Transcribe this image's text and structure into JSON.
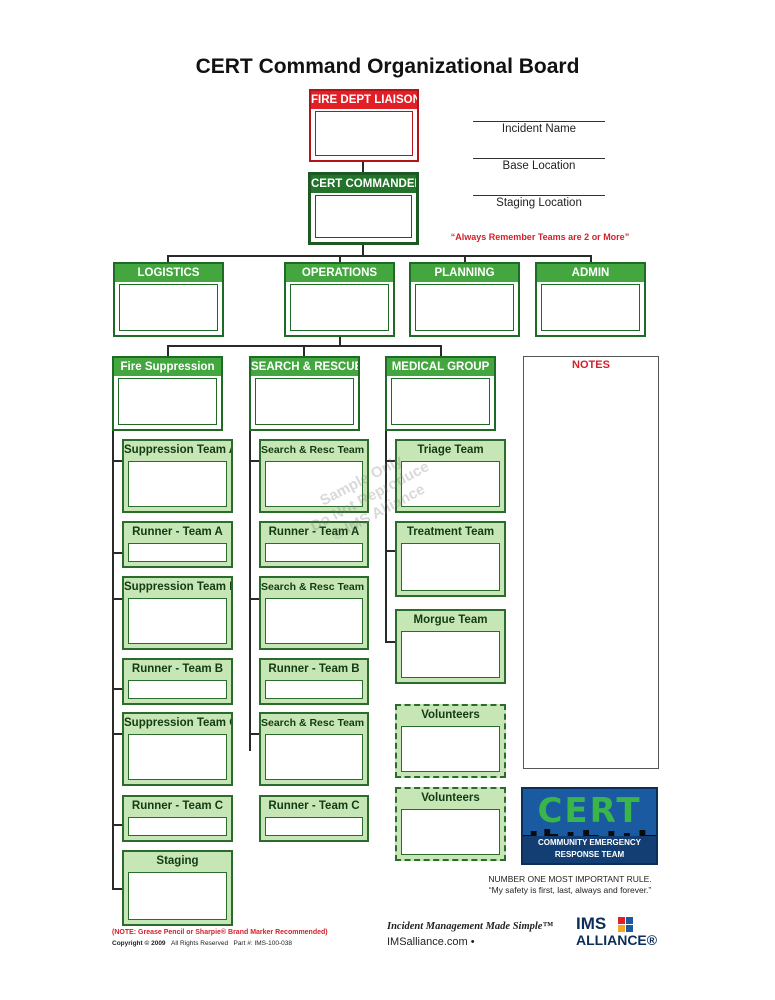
{
  "title": "CERT Command Organizational Board",
  "fields": {
    "incident_name": "Incident Name",
    "base_location": "Base Location",
    "staging_location": "Staging Location"
  },
  "teams_note": "“Always Remember Teams are 2 or More”",
  "boxes": {
    "fire_dept_liaison": "FIRE DEPT LIAISON",
    "cert_commander": "CERT COMMANDER",
    "logistics": "LOGISTICS",
    "operations": "OPERATIONS",
    "planning": "PLANNING",
    "admin": "ADMIN",
    "fire_suppression": "Fire Suppression",
    "search_rescue": "SEARCH & RESCUE",
    "medical_group": "MEDICAL GROUP",
    "suppression_team_a": "Suppression Team A",
    "runner_team_a_1": "Runner - Team A",
    "suppression_team_b": "Suppression Team B",
    "runner_team_b_1": "Runner - Team B",
    "suppression_team_c": "Suppression Team C",
    "runner_team_c_1": "Runner - Team C",
    "staging": "Staging",
    "search_resc_team_a": "Search & Resc Team A",
    "runner_team_a_2": "Runner - Team A",
    "search_resc_team_b": "Search & Resc Team B",
    "runner_team_b_2": "Runner - Team B",
    "search_resc_team_c": "Search & Resc Team C",
    "runner_team_c_2": "Runner - Team C",
    "triage_team": "Triage Team",
    "treatment_team": "Treatment Team",
    "morgue_team": "Morgue Team",
    "volunteers_1": "Volunteers",
    "volunteers_2": "Volunteers"
  },
  "notes_title": "NOTES",
  "cert_logo": {
    "word": "CERT",
    "line1": "COMMUNITY EMERGENCY",
    "line2": "RESPONSE TEAM"
  },
  "rule": {
    "line1": "NUMBER ONE MOST IMPORTANT RULE.",
    "line2": "“My safety is first, last, always and forever.”"
  },
  "footer": {
    "marker_note": "(NOTE: Grease Pencil or Sharpie® Brand Marker Recommended)",
    "copyright": "Copyright © 2009",
    "rights": "All Rights Reserved",
    "part": "Part #: IMS-100-038",
    "tagline": "Incident Management Made Simple™",
    "site": "IMSalliance.com •",
    "ims_top": "IMS",
    "ims_bottom": "ALLIANCE®"
  },
  "watermark": {
    "line1": "Sample Only",
    "line2": "Do Not Reproduce",
    "line3": "© IMS Alliance"
  },
  "colors": {
    "header_green": "#44a63f",
    "dark_green": "#23742b",
    "light_green": "#c6e6b6",
    "red": "#e01f26"
  }
}
